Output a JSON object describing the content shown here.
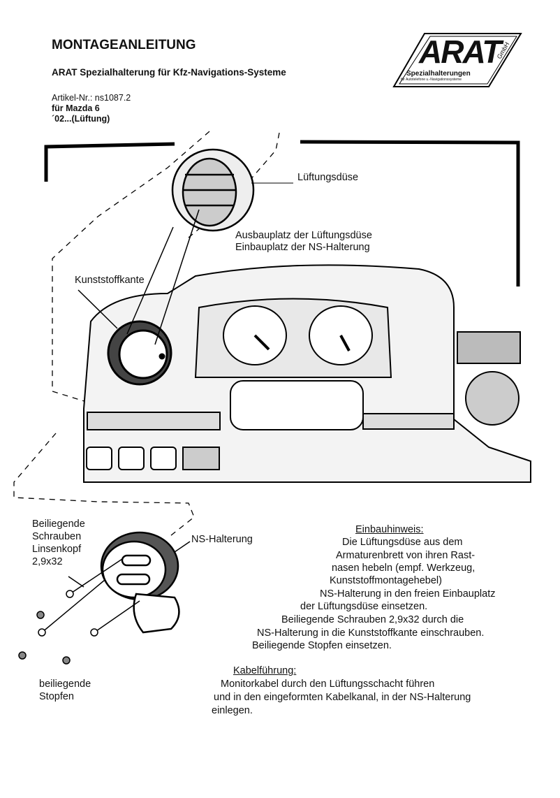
{
  "header": {
    "title": "MONTAGEANLEITUNG",
    "subtitle": "ARAT Spezialhalterung für Kfz-Navigations-Systeme",
    "article_no": "Artikel-Nr.: ns1087.2",
    "vehicle": "für Mazda 6",
    "variant": "´02...(Lüftung)"
  },
  "logo": {
    "brand": "ARAT",
    "suffix": "GmbH",
    "tagline": "Spezialhalterungen",
    "subtagline": "für Autotelefone u.-Navigationssysteme"
  },
  "diagram_labels": {
    "vent": "Lüftungsdüse",
    "removal_place": "Ausbauplatz der Lüftungsdüse",
    "install_place": "Einbauplatz der NS-Halterung",
    "plastic_edge": "Kunststoffkante",
    "screws": [
      "Beiliegende",
      "Schrauben",
      "Linsenkopf",
      "2,9x32"
    ],
    "holder": "NS-Halterung",
    "plugs": [
      "beiliegende",
      "Stopfen"
    ]
  },
  "installation": {
    "heading": "Einbauhinweis:",
    "lines": [
      "Die Lüftungsdüse aus dem",
      "Armaturenbrett von ihren Rast-",
      "nasen hebeln (empf. Werkzeug,",
      "Kunststoffmontagehebel)",
      "NS-Halterung in den freien Einbauplatz",
      "der Lüftungsdüse einsetzen.",
      "Beiliegende Schrauben 2,9x32 durch die",
      "NS-Halterung in die Kunststoffkante einschrauben.",
      "Beiliegende Stopfen einsetzen."
    ]
  },
  "cable": {
    "heading": "Kabelführung:",
    "lines": [
      "Monitorkabel durch den Lüftungsschacht führen",
      "und in den eingeformten Kabelkanal, in der NS-Halterung",
      "einlegen."
    ]
  }
}
